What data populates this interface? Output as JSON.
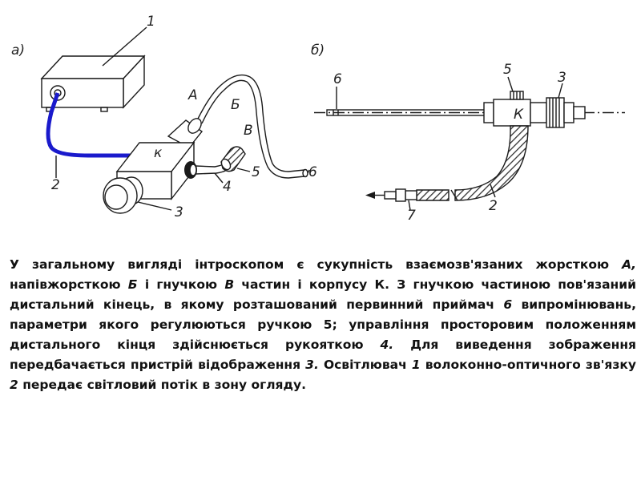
{
  "figure_a": {
    "panel_label": "а)",
    "labels": {
      "n1": "1",
      "n2": "2",
      "n3": "3",
      "n4": "4",
      "n5": "5",
      "n6": "6",
      "A": "А",
      "B": "Б",
      "V": "В",
      "K": "к"
    }
  },
  "figure_b": {
    "panel_label": "б)",
    "labels": {
      "n6": "6",
      "n5": "5",
      "n3": "3",
      "n2": "2",
      "n7": "7",
      "K": "К"
    }
  },
  "caption": {
    "p1": "У загальному вигляді інтроскопом є сукупність взаємозв'язаних жорсткою ",
    "A": "А,",
    "p2": " напівжорсткою ",
    "B": "Б",
    "p3": " і гнучкою ",
    "V": "В",
    "p4": " частин і корпусу К. З гнучкою частиною пов'язаний дистальний кінець, в якому розташований первинний приймач ",
    "n6": "6",
    "p5": " випромінювань, параметри якого регулюються ручкою 5; управління просторовим положенням дистального кінця здійснюється рукояткою ",
    "n4": "4.",
    "p6": " Для виведення зображення передбачається пристрій відображення ",
    "n3": "3.",
    "p7": " Освітлювач ",
    "n1": "1",
    "p8": " волоконно-оптичного зв'язку ",
    "n2": "2",
    "p9": " передає світловий потік в зону огляду."
  },
  "colors": {
    "cable": "#1a1acc",
    "line": "#1a1a1a"
  }
}
